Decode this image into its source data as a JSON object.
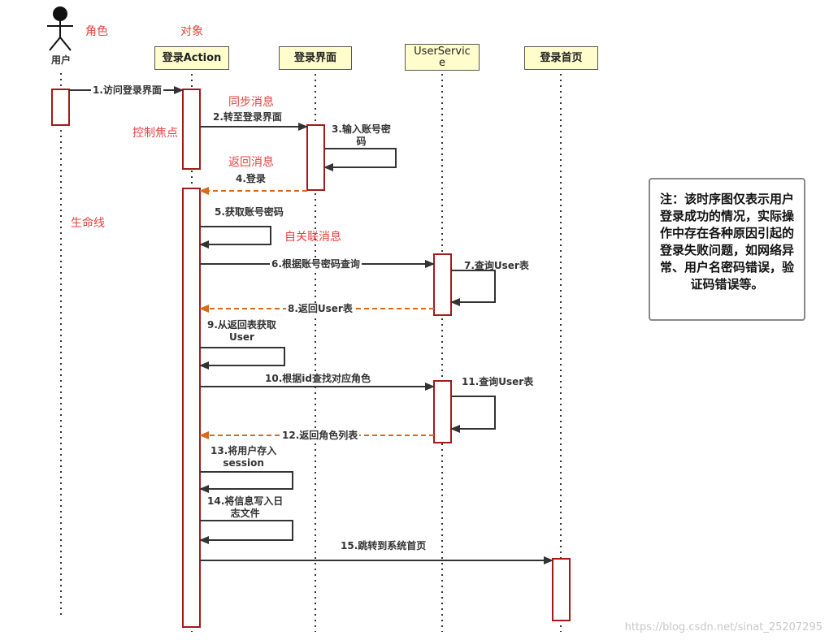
{
  "actor": {
    "icon": "stick-figure-icon",
    "label": "用户"
  },
  "objects": {
    "action": "登录Action",
    "login_ui": "登录界面",
    "service": "UserServic\ne",
    "home": "登录首页"
  },
  "messages": {
    "m1": "1.访问登录界面",
    "m2": "2.转至登录界面",
    "m3": "3.输入账号密\n码",
    "m4": "4.登录",
    "m5": "5.获取账号密码",
    "m6": "6.根据账号密码查询",
    "m7": "7.查询User表",
    "m8": "8.返回User表",
    "m9": "9.从返回表获取\nUser",
    "m10": "10.根据id查找对应角色",
    "m11": "11.查询User表",
    "m12": "12.返回角色列表",
    "m13": "13.将用户存入\nsession",
    "m14": "14.将信息写入日\n志文件",
    "m15": "15.跳转到系统首页"
  },
  "annotations": {
    "role": "角色",
    "object": "对象",
    "sync": "同步消息",
    "focus": "控制焦点",
    "return": "返回消息",
    "lifeline": "生命线",
    "self": "自关联消息"
  },
  "note": "注：该时序图仅表示用户登录成功的情况，实际操作中存在各种原因引起的登录失败问题，如网络异常、用户名密码错误，验证码错误等。",
  "watermark": "https://blog.csdn.net/sinat_25207295",
  "colors": {
    "activation_border": "#a31a1a",
    "return_arrow": "#d86a1a",
    "annotation_text": "#e8423f",
    "object_fill": "#fffdcc"
  }
}
